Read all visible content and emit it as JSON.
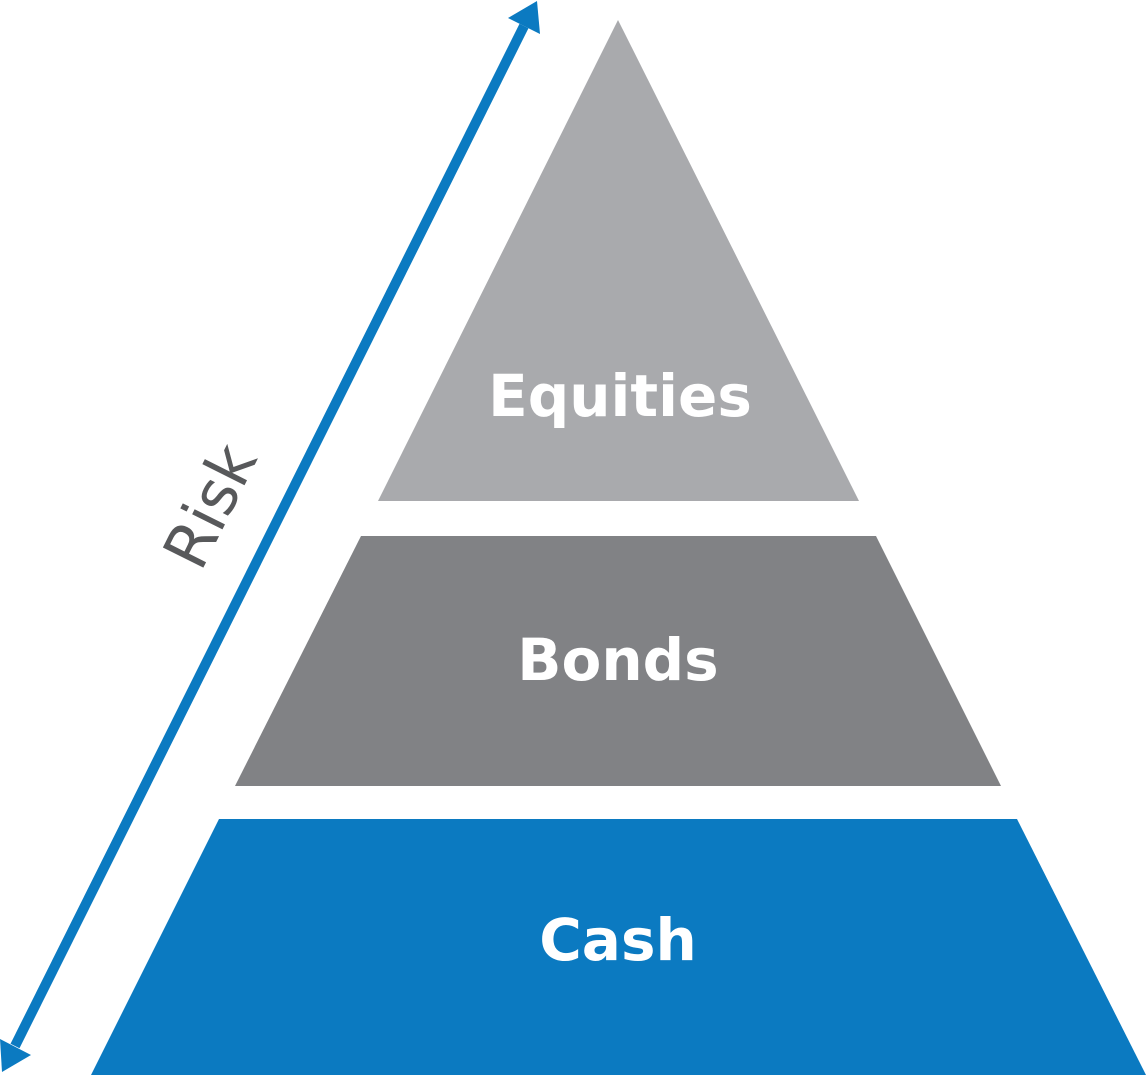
{
  "axis": {
    "label": "Risk",
    "color": "#0b7ac1",
    "direction": "bidirectional"
  },
  "tiers": [
    {
      "label": "Equities",
      "color": "#a9aaad"
    },
    {
      "label": "Bonds",
      "color": "#818285"
    },
    {
      "label": "Cash",
      "color": "#0b7ac1"
    }
  ],
  "text_color": "#58595b"
}
